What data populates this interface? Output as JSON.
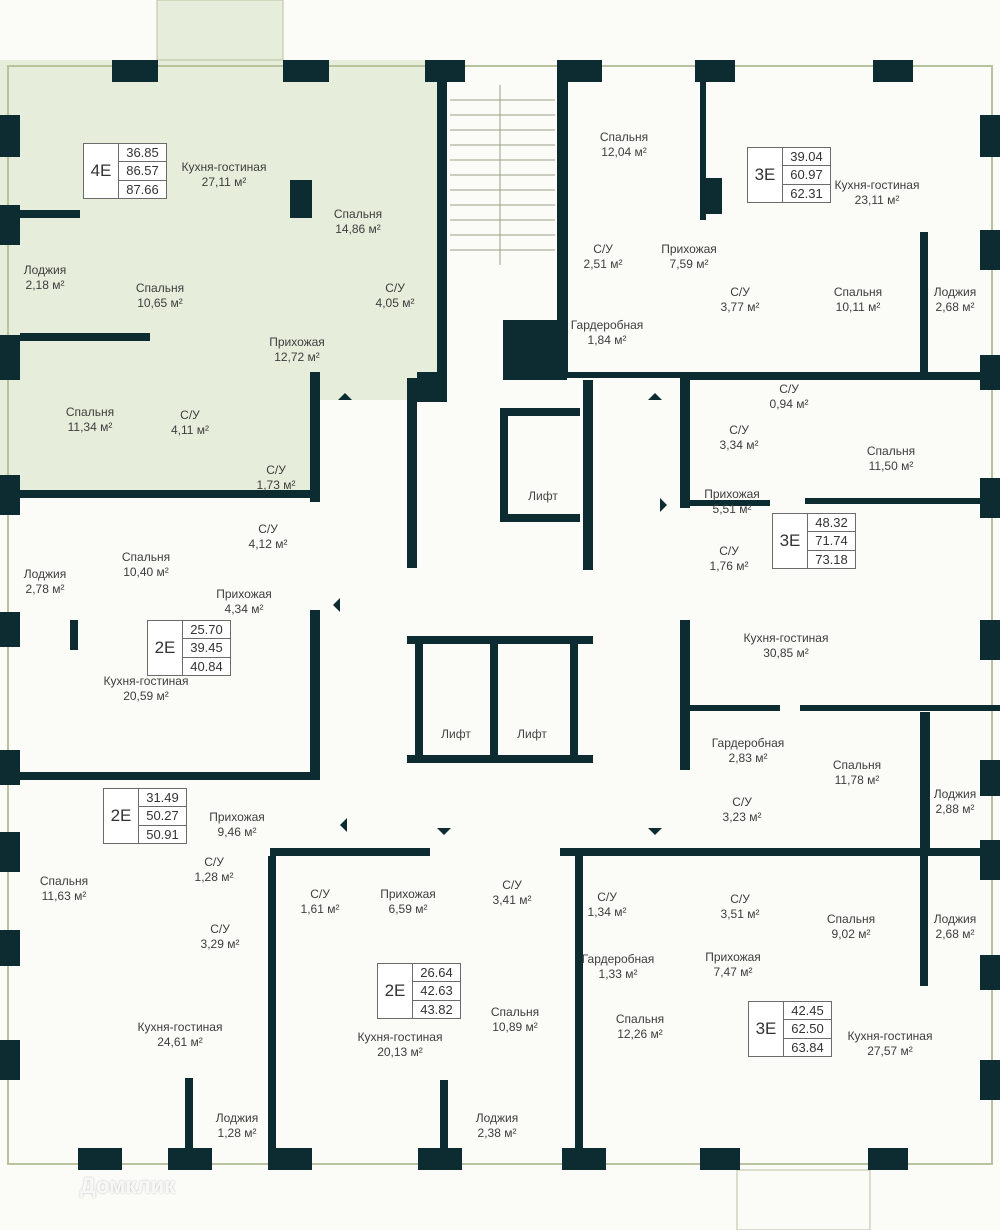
{
  "colors": {
    "wall": "#0c2c32",
    "highlight": "#e6eedb",
    "furniture": "#b8c29c",
    "background": "#fbfbf7"
  },
  "apartments": [
    {
      "type": "4E",
      "living": "36.85",
      "total": "86.57",
      "total_with_loggia": "87.66",
      "highlighted": true
    },
    {
      "type": "3E",
      "living": "39.04",
      "total": "60.97",
      "total_with_loggia": "62.31"
    },
    {
      "type": "3E",
      "living": "48.32",
      "total": "71.74",
      "total_with_loggia": "73.18"
    },
    {
      "type": "2E",
      "living": "25.70",
      "total": "39.45",
      "total_with_loggia": "40.84"
    },
    {
      "type": "2E",
      "living": "31.49",
      "total": "50.27",
      "total_with_loggia": "50.91"
    },
    {
      "type": "2E",
      "living": "26.64",
      "total": "42.63",
      "total_with_loggia": "43.82"
    },
    {
      "type": "3E",
      "living": "42.45",
      "total": "62.50",
      "total_with_loggia": "63.84"
    }
  ],
  "rooms": [
    {
      "name": "Кухня-гостиная",
      "area": "27,11 м²"
    },
    {
      "name": "Спальня",
      "area": "14,86 м²"
    },
    {
      "name": "Лоджия",
      "area": "2,18 м²"
    },
    {
      "name": "Спальня",
      "area": "10,65 м²"
    },
    {
      "name": "С/У",
      "area": "4,05 м²"
    },
    {
      "name": "Прихожая",
      "area": "12,72 м²"
    },
    {
      "name": "Спальня",
      "area": "11,34 м²"
    },
    {
      "name": "С/У",
      "area": "4,11 м²"
    },
    {
      "name": "С/У",
      "area": "1,73 м²"
    },
    {
      "name": "Спальня",
      "area": "12,04 м²"
    },
    {
      "name": "Кухня-гостиная",
      "area": "23,11 м²"
    },
    {
      "name": "С/У",
      "area": "2,51 м²"
    },
    {
      "name": "Прихожая",
      "area": "7,59 м²"
    },
    {
      "name": "С/У",
      "area": "3,77 м²"
    },
    {
      "name": "Спальня",
      "area": "10,11 м²"
    },
    {
      "name": "Лоджия",
      "area": "2,68 м²"
    },
    {
      "name": "Гардеробная",
      "area": "1,84 м²"
    },
    {
      "name": "С/У",
      "area": "0,94 м²"
    },
    {
      "name": "С/У",
      "area": "3,34 м²"
    },
    {
      "name": "Спальня",
      "area": "11,50 м²"
    },
    {
      "name": "Прихожая",
      "area": "5,51 м²"
    },
    {
      "name": "С/У",
      "area": "1,76 м²"
    },
    {
      "name": "Кухня-гостиная",
      "area": "30,85 м²"
    },
    {
      "name": "Гардеробная",
      "area": "2,83 м²"
    },
    {
      "name": "Спальня",
      "area": "11,78 м²"
    },
    {
      "name": "Лоджия",
      "area": "2,88 м²"
    },
    {
      "name": "С/У",
      "area": "3,23 м²"
    },
    {
      "name": "С/У",
      "area": "3,51 м²"
    },
    {
      "name": "Спальня",
      "area": "9,02 м²"
    },
    {
      "name": "Лоджия",
      "area": "2,68 м²"
    },
    {
      "name": "Прихожая",
      "area": "7,47 м²"
    },
    {
      "name": "Кухня-гостиная",
      "area": "27,57 м²"
    },
    {
      "name": "Спальня",
      "area": "10,40 м²"
    },
    {
      "name": "Лоджия",
      "area": "2,78 м²"
    },
    {
      "name": "С/У",
      "area": "4,12 м²"
    },
    {
      "name": "Прихожая",
      "area": "4,34 м²"
    },
    {
      "name": "Кухня-гостиная",
      "area": "20,59 м²"
    },
    {
      "name": "Прихожая",
      "area": "9,46 м²"
    },
    {
      "name": "Спальня",
      "area": "11,63 м²"
    },
    {
      "name": "С/У",
      "area": "1,28 м²"
    },
    {
      "name": "С/У",
      "area": "3,29 м²"
    },
    {
      "name": "Кухня-гостиная",
      "area": "24,61 м²"
    },
    {
      "name": "Лоджия",
      "area": "1,28 м²"
    },
    {
      "name": "С/У",
      "area": "1,61 м²"
    },
    {
      "name": "Прихожая",
      "area": "6,59 м²"
    },
    {
      "name": "С/У",
      "area": "3,41 м²"
    },
    {
      "name": "Кухня-гостиная",
      "area": "20,13 м²"
    },
    {
      "name": "Спальня",
      "area": "10,89 м²"
    },
    {
      "name": "Лоджия",
      "area": "2,38 м²"
    },
    {
      "name": "С/У",
      "area": "1,34 м²"
    },
    {
      "name": "Гардеробная",
      "area": "1,33 м²"
    },
    {
      "name": "Спальня",
      "area": "12,26 м²"
    }
  ],
  "lifts": [
    "Лифт",
    "Лифт",
    "Лифт"
  ],
  "watermark": "Домклик"
}
